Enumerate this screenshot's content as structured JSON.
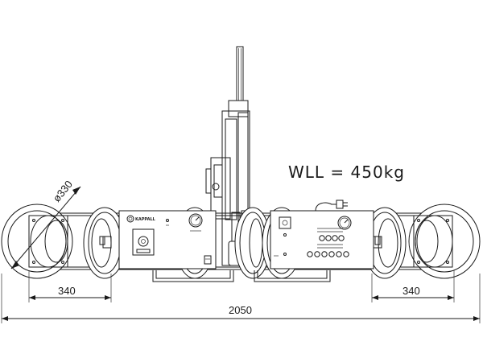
{
  "drawing": {
    "wll_label": "WLL = 450kg",
    "diameter_label": "ø330",
    "dim_left": "340",
    "dim_right": "340",
    "dim_total": "2050",
    "brand_name": "KAPPALL"
  }
}
